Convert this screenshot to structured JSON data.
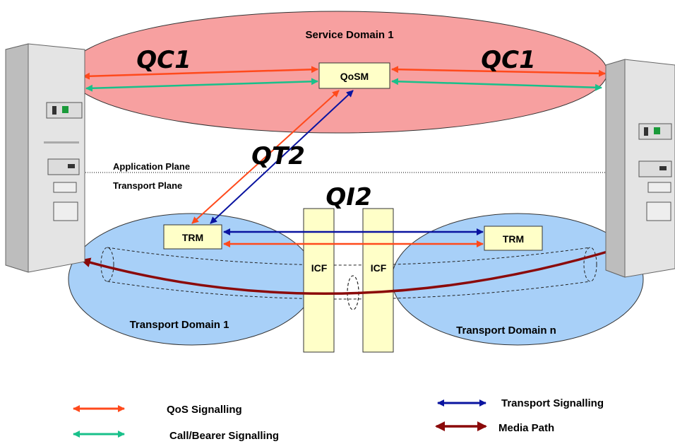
{
  "service_domain": {
    "label": "Service Domain 1",
    "color": "#f7a0a0"
  },
  "transport_domains": [
    {
      "label": "Transport Domain 1",
      "color": "#a8d0f8"
    },
    {
      "label": "Transport Domain n",
      "color": "#a8d0f8"
    }
  ],
  "nodes": {
    "qosm": "QoSM",
    "trm_left": "TRM",
    "trm_right": "TRM",
    "icf_left": "ICF",
    "icf_right": "ICF"
  },
  "interfaces": {
    "qc1_left": "QC1",
    "qc1_right": "QC1",
    "qt2": "QT2",
    "qi2": "QI2"
  },
  "planes": {
    "application": "Application Plane",
    "transport": "Transport Plane"
  },
  "legend": [
    {
      "label": "QoS Signalling",
      "color": "#ff4a1c"
    },
    {
      "label": "Call/Bearer Signalling",
      "color": "#19c08a"
    },
    {
      "label": "Transport  Signalling",
      "color": "#0a14a0"
    },
    {
      "label": "Media Path",
      "color": "#8b0a0a"
    }
  ],
  "colors": {
    "box_fill": "#ffffc8",
    "server_body": "#cfcfcf"
  }
}
